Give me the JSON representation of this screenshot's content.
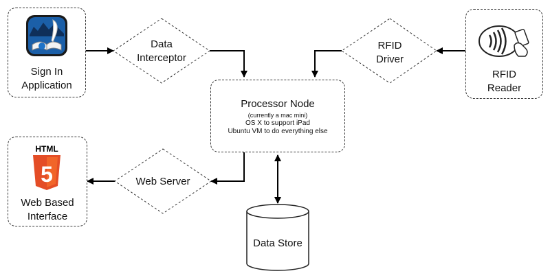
{
  "nodes": {
    "sign_in_app": {
      "line1": "Sign In",
      "line2": "Application",
      "icon": "book-quill-icon"
    },
    "data_interceptor": {
      "line1": "Data",
      "line2": "Interceptor"
    },
    "rfid_driver": {
      "line1": "RFID",
      "line2": "Driver"
    },
    "rfid_reader": {
      "line1": "RFID",
      "line2": "Reader",
      "icon": "contactless-card-icon"
    },
    "processor_node": {
      "title": "Processor Node",
      "notes": [
        "(currently a mac mini)",
        "OS X to support iPad",
        "Ubuntu VM to do everything else"
      ]
    },
    "web_interface": {
      "line1": "Web Based",
      "line2": "Interface",
      "icon": "html5-icon",
      "icon_text": "HTML",
      "icon_number": "5"
    },
    "web_server": {
      "label": "Web Server"
    },
    "data_store": {
      "label": "Data Store"
    }
  },
  "colors": {
    "html5_orange": "#e44d26",
    "html5_light": "#f16529",
    "app_blue": "#1b5fa8"
  }
}
